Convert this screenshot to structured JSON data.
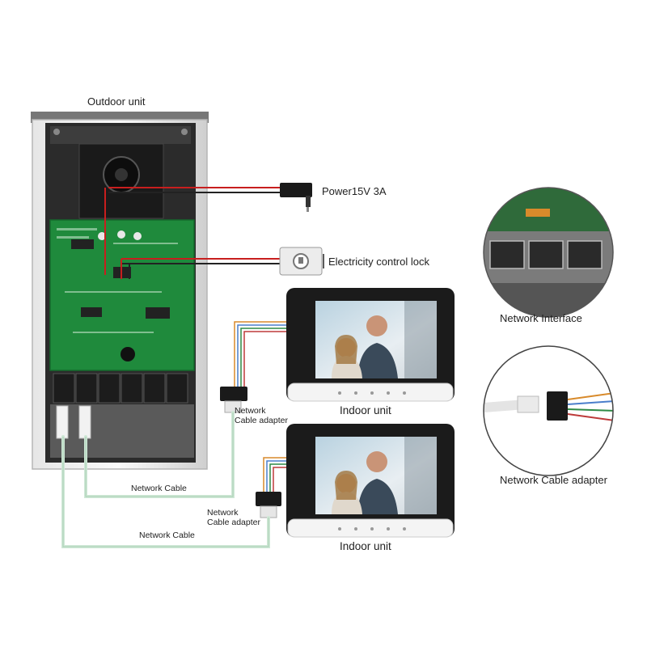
{
  "labels": {
    "outdoor_unit": "Outdoor unit",
    "power": "Power15V 3A",
    "lock": "Electricity control lock",
    "indoor_unit_1": "Indoor unit",
    "indoor_unit_2": "Indoor unit",
    "network_interface": "Network Interface",
    "network_cable_adapter": "Network Cable adapter",
    "adapter_1_line1": "Network",
    "adapter_1_line2": "Cable adapter",
    "adapter_2_line1": "Network",
    "adapter_2_line2": "Cable adapter",
    "network_cable_1": "Network Cable",
    "network_cable_2": "Network Cable"
  },
  "colors": {
    "pcb": "#1f8a3c",
    "power_wire": "#c81e1e",
    "network_cable": "#cfe8d6",
    "frame": "#c8c8c8"
  }
}
